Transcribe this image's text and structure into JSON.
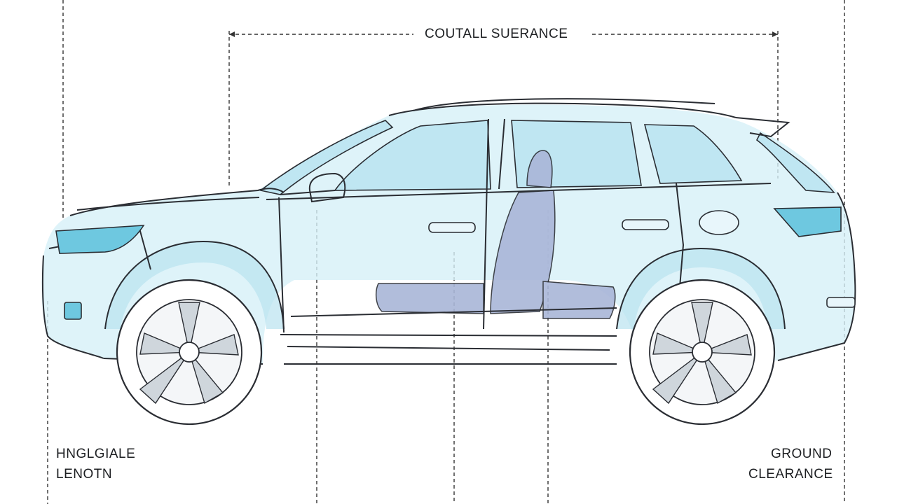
{
  "labels": {
    "top_dimension": "COUTALL SUERANCE",
    "left_line1": "HNGLGIALE",
    "left_line2": "LENOTN",
    "right_line1": "GROUND",
    "right_line2": "CLEARANCE"
  },
  "colors": {
    "outline": "#2a2d33",
    "glass": "#bfe6f2",
    "body_tint": "#d6f0f7",
    "seat": "#a9b6d8",
    "dimension_line": "#333333"
  },
  "icons": {
    "vehicle": "suv-side-view",
    "wheels": "alloy-wheel"
  }
}
